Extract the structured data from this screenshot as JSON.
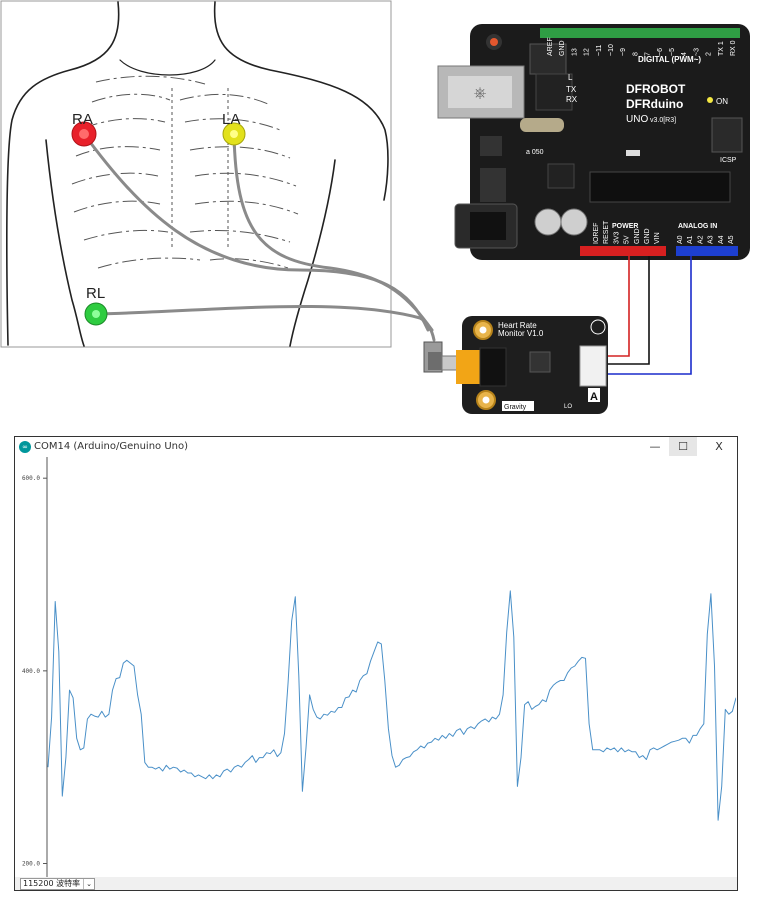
{
  "diagram": {
    "electrodes": {
      "ra": {
        "label": "RA",
        "color": "#e8202a"
      },
      "la": {
        "label": "LA",
        "color": "#e2e11c"
      },
      "rl": {
        "label": "RL",
        "color": "#2ecc40"
      }
    },
    "board": {
      "brand": "DFROBOT",
      "model": "DFRduino",
      "version": "UNO",
      "version_suffix": "v3.0[R3]",
      "digital_header": "DIGITAL (PWM~)",
      "on_label": "ON",
      "icsp_label": "ICSP",
      "led_labels": [
        "L",
        "TX",
        "RX"
      ],
      "top_pins": [
        "AREF",
        "GND",
        "13",
        "12",
        "~11",
        "~10",
        "~9",
        "8",
        "7",
        "~6",
        "~5",
        "4",
        "~3",
        "2",
        "TX 1",
        "RX 0"
      ],
      "power_header": "POWER",
      "power_pins": [
        "IOREF",
        "RESET",
        "3V3",
        "5V",
        "GND",
        "GND",
        "VIN"
      ],
      "analog_header": "ANALOG IN",
      "analog_pins": [
        "A0",
        "A1",
        "A2",
        "A3",
        "A4",
        "A5"
      ],
      "crystal_label": "a 050",
      "colors": {
        "board": "#1b1b1b",
        "header_green": "#2f9e44",
        "header_red": "#d72020",
        "header_blue": "#1d3fd0"
      }
    },
    "sensor": {
      "title_line1": "Heart Rate",
      "title_line2": "Monitor V1.0",
      "gravity": "Gravity",
      "port_marker": "A",
      "lo_label": "LO",
      "wire_colors": {
        "red": "#d32222",
        "black": "#111111",
        "blue": "#1a2ccc"
      }
    }
  },
  "plotter": {
    "title": "COM14 (Arduino/Genuino Uno)",
    "app_icon": "arduino-icon",
    "controls": {
      "minimize": "—",
      "maximize": "☐",
      "close": "X"
    },
    "y_ticks": [
      "600.0",
      "400.0",
      "200.0"
    ],
    "baud": "115200 波特率",
    "line_color": "#4a90c8"
  },
  "chart_data": {
    "type": "line",
    "ylim": [
      186,
      622
    ],
    "y_ticks": [
      600,
      400,
      200
    ],
    "series": [
      {
        "values": [
          300,
          352,
          472,
          420,
          270,
          310,
          380,
          372,
          330,
          318,
          320,
          350,
          355,
          353,
          352,
          358,
          352,
          355,
          380,
          392,
          393,
          408,
          411,
          408,
          405,
          375,
          355,
          305,
          300,
          300,
          298,
          300,
          296,
          302,
          298,
          300,
          299,
          295,
          297,
          294,
          294,
          290,
          292,
          290,
          288,
          292,
          288,
          292,
          290,
          296,
          298,
          295,
          300,
          302,
          300,
          305,
          308,
          312,
          305,
          310,
          310,
          315,
          314,
          318,
          311,
          315,
          335,
          388,
          452,
          477,
          395,
          275,
          320,
          375,
          360,
          352,
          350,
          355,
          354,
          358,
          357,
          362,
          362,
          372,
          373,
          380,
          378,
          390,
          395,
          397,
          410,
          420,
          430,
          428,
          390,
          340,
          312,
          300,
          302,
          308,
          310,
          311,
          316,
          318,
          322,
          320,
          325,
          326,
          330,
          328,
          333,
          330,
          335,
          332,
          338,
          340,
          334,
          340,
          342,
          340,
          345,
          348,
          350,
          347,
          352,
          350,
          355,
          375,
          440,
          483,
          435,
          280,
          310,
          365,
          368,
          360,
          363,
          365,
          370,
          368,
          380,
          385,
          388,
          390,
          390,
          398,
          403,
          405,
          410,
          414,
          413,
          345,
          318,
          318,
          318,
          316,
          320,
          318,
          320,
          316,
          320,
          316,
          318,
          316,
          316,
          310,
          312,
          308,
          318,
          320,
          318,
          320,
          322,
          324,
          326,
          327,
          328,
          330,
          330,
          325,
          333,
          333,
          340,
          345,
          438,
          480,
          405,
          245,
          280,
          360,
          355,
          358,
          372
        ]
      }
    ]
  }
}
